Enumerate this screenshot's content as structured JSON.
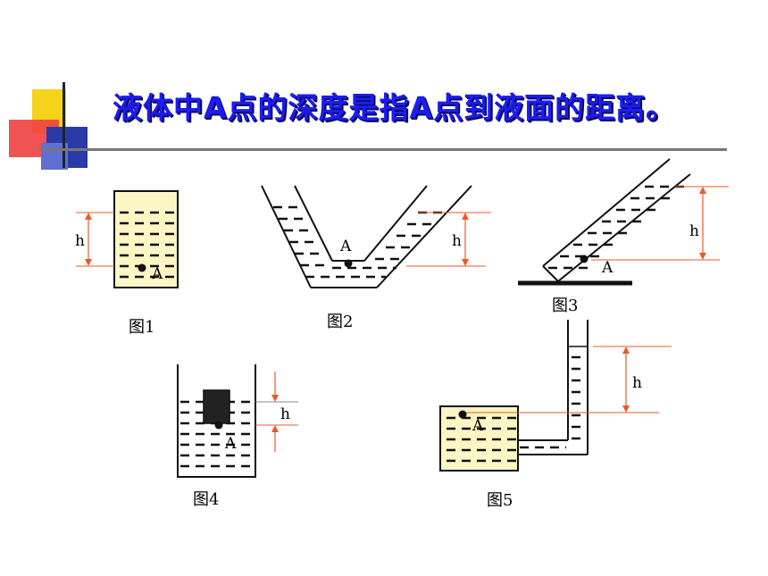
{
  "title": "液体中A点的深度是指A点到液面的距离。",
  "point_label": "A",
  "height_label": "h",
  "figures": [
    {
      "caption": "图1"
    },
    {
      "caption": "图2"
    },
    {
      "caption": "图3"
    },
    {
      "caption": "图4"
    },
    {
      "caption": "图5"
    }
  ],
  "colors": {
    "title": "#1c1cf0",
    "measure_line": "#e85a2a",
    "liquid_fill": "#fbf6c4",
    "block": "#222222"
  }
}
